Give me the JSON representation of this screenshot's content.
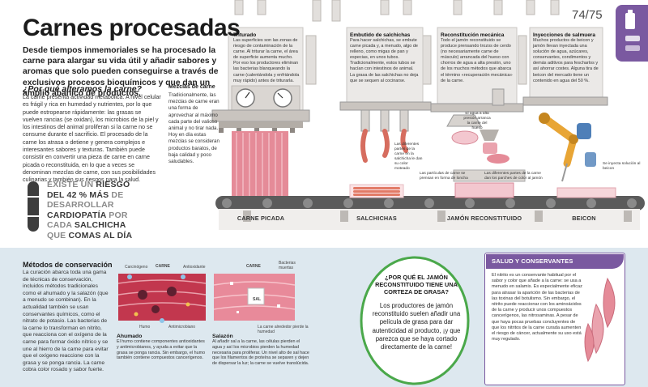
{
  "header": {
    "title": "Carnes procesadas",
    "intro": "Desde tiempos inmemoriales se ha procesado la carne para alargar su vida útil y añadir sabores y aromas que solo pueden conseguirse a través de exclusivos procesos bioquímicos y que dan un amplio abanico de productos.",
    "page_counter": "74/75"
  },
  "why": {
    "heading": "¿Por qué alteramos la carne?",
    "body": "La carne presenta actividad metabólica. A nivel celular es frágil y rica en humedad y nutrientes, por lo que puede estropearse rápidamente: las grasas se vuelven rancias (se oxidan), los microbios de la piel y los intestinos del animal proliferan si la carne no se consume durante el sacrificio. El procesado de la carne los atrasa o detiene y genera complejos e interesantes sabores y texturas. También puede consistir en convertir una pieza de carne en carne picada o reconstituida, en lo que a veces se denominan mezclas de carne, con sus posibilidades culinarias y también sus riesgos para la salud."
  },
  "mixes": {
    "title": "Mezclas de carne",
    "body": "Tradicionalmente, las mezclas de carne eran una forma de aprovechar al máximo cada parte del valioso animal y no tirar nada. Hoy en día estas mezclas se consideran productos baratos, de baja calidad y poco saludables."
  },
  "risk": {
    "pre": "EXISTE UN ",
    "bold1": "RIESGO DEL 42 % MÁS",
    "mid1": " DE DESARROLLAR ",
    "bold2": "CARDIOPATÍA",
    "mid2": " POR CADA ",
    "bold3": "SALCHICHA",
    "mid3": " QUE ",
    "bold4": "COMAS AL DÍA"
  },
  "steps": [
    {
      "title": "Triturado",
      "body": "Las superficies son las zonas de riesgo de contaminación de la carne. Al triturar la carne, el área de superficie aumenta mucho. Por eso los productores eliminan las bacterias blanqueando la carne (calentándola y enfriándola muy rápido) antes de triturarla."
    },
    {
      "title": "Embutido de salchichas",
      "body": "Para hacer salchichas, se embute carne picada y, a menudo, algo de relleno, como migas de pan y especias, en unos tubos. Tradicionalmente, estos tubos se hacían con intestinos de animal. La grasa de las salchichas no deja que se sequen al cocinarse."
    },
    {
      "title": "Reconstitución mecánica",
      "body": "Todo el jamón reconstituido se produce prensando trozos de cerdo (no necesariamente carne de músculo) arrancada del hueso con chorros de agua a alta presión, uno de los muchos métodos que abarca el término «recuperación mecánica» de la carne."
    },
    {
      "title": "Inyecciones de salmuera",
      "body": "Muchos productos de beicon y jamón llevan inyectada una solución de agua, azúcares, conservantes, condimentos y demás aditivos para fescharlos y así ahorrar costes. Alguna tira de beicon del mercado tiene un contenido en agua del 50 %."
    }
  ],
  "callouts": {
    "sausage_parts": "Las diferentes partes de la carne en la salchicha le dan su color moteado",
    "pressure": "El agua a alta presión arranca la carne del hueso",
    "particles": "Las partículas de carne se prensan en forma de loncha",
    "ham_parts": "Las diferentes partes de la carne dan los parches de color al jamón",
    "brine": "Se inyecta solución al beicon"
  },
  "conveyor": {
    "labels": [
      "CARNE PICADA",
      "SALCHICHAS",
      "JAMÓN RECONSTITUIDO",
      "BEICON"
    ]
  },
  "preservation": {
    "heading": "Métodos de conservación",
    "body": "La curación abarca toda una gama de técnicas de conservación, incluidos métodos tradicionales como el ahumado y la salazón (que a menudo se combinan). En la actualidad también se usan conservantes químicos, como el nitrato de potasio. Las bacterias de la carne lo transforman en nitrito, que reacciona con el oxígeno de la carne para formar óxido nítrico y se une al hierro de la carne para evitar que el oxígeno reaccione con la grasa y se ponga rancia. La carne cobra color rosado y sabor fuerte."
  },
  "smoking": {
    "labels": {
      "carcinogen": "Carcinógeno",
      "meat": "CARNE",
      "antioxidant": "Antioxidante",
      "smoke": "Humo",
      "antimicrobial": "Antimicrobiano"
    },
    "title": "Ahumado",
    "body": "El humo contiene componentes antioxidantes y antimicrobianos, y ayuda a evitar que la grasa se ponga rancia. Sin embargo, el humo también contiene compuestos cancerígenos."
  },
  "salting": {
    "labels": {
      "meat": "CARNE",
      "dead_bacteria": "Bacterias muertas",
      "salt": "SAL",
      "moisture": "La carne alrededor pierde la humedad"
    },
    "title": "Salazón",
    "body": "Al añadir sal a la carne, las células pierden el agua y así los microbios pierden la humedad necesaria para proliferar. Un nivel alto de sal hace que los filamentos de proteína se separen y dejen de dispersar la luz; la carne se vuelve translúcida."
  },
  "question": {
    "title": "¿POR QUÉ EL JAMÓN RECONSTITUIDO TIENE UNA CORTEZA DE GRASA?",
    "body": "Los productores de jamón reconstituido suelen añadir una película de grasa para dar autenticidad al producto, ¡y que parezca que se haya cortado directamente de la carne!"
  },
  "salt_box": {
    "title": "SALUD Y CONSERVANTES",
    "body": "El nitrito es un conservante habitual por el sabor y color que añade a la carne: se usa a menudo en salamis. Es especialmente eficaz para atrasar la aparición de las bacterias de las toxinas del botulismo. Sin embargo, el nitrito puede reaccionar con los aminoácidos de la carne y producir unos compuestos cancerígenos, las nitrosaminas. A pesar de que haya pocas pruebas concluyentes de que los nitritos de la carne curada aumenten el riesgo de cáncer, actualmente su uso está muy regulado."
  },
  "colors": {
    "accent": "#7a59a0",
    "meat": "#e58b98",
    "machine": "#ebe9e7",
    "conveyor": "#5b5b5b",
    "bottom_bg": "#dde8ef",
    "green": "#4aa84a"
  }
}
